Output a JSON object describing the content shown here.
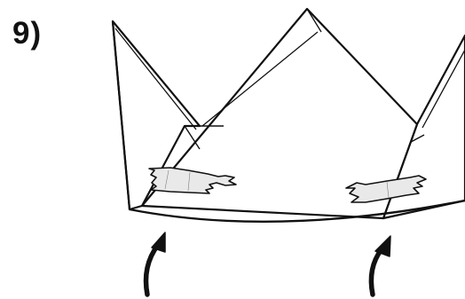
{
  "step": {
    "label": "9)"
  },
  "diagram": {
    "subject": "paper-crown-fold",
    "ink_color": "#111111",
    "paper_color": "#ffffff",
    "tape_color": "#e9e9e9",
    "arrow_count": 2,
    "tape_count": 2
  }
}
